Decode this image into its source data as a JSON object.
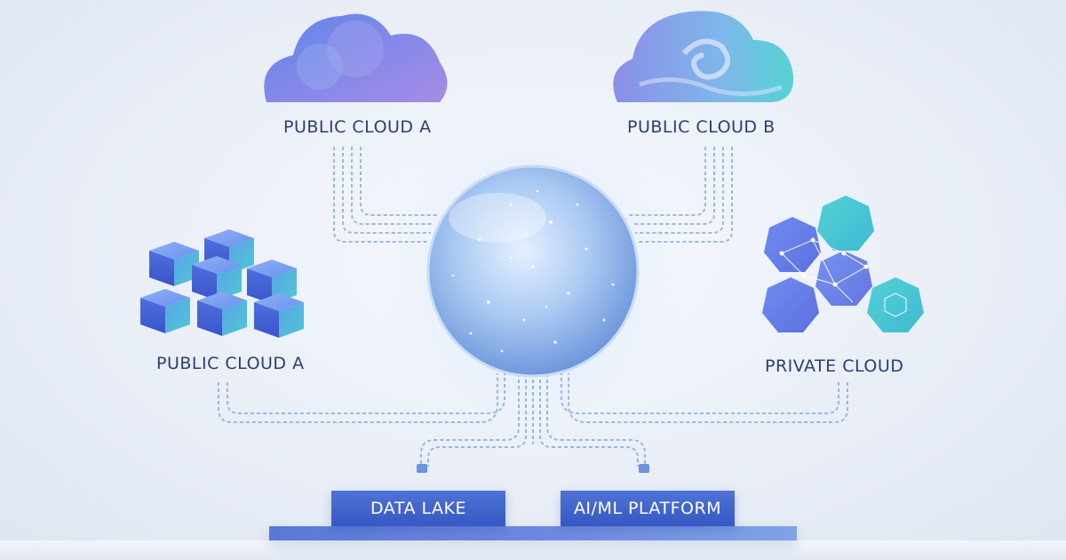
{
  "nodes": {
    "top_left_label": "PUBLIC CLOUD A",
    "top_right_label": "PUBLIC CLOUD B",
    "left_label": "PUBLIC CLOUD A",
    "right_label": "PRIVATE CLOUD"
  },
  "platforms": {
    "data_lake": "DATA LAKE",
    "aiml": "AI/ML PLATFORM"
  },
  "colors": {
    "label_text": "#2b3f6e",
    "connector": "#8fb4e6",
    "hub_glow": "#b9d3f6",
    "platform_blue": "#3f63cc",
    "cloud_a": "#6d7fe6",
    "cloud_b_teal": "#55d0d6",
    "cube_blue": "#4a6fdc",
    "hex_teal": "#4cc9d6"
  }
}
